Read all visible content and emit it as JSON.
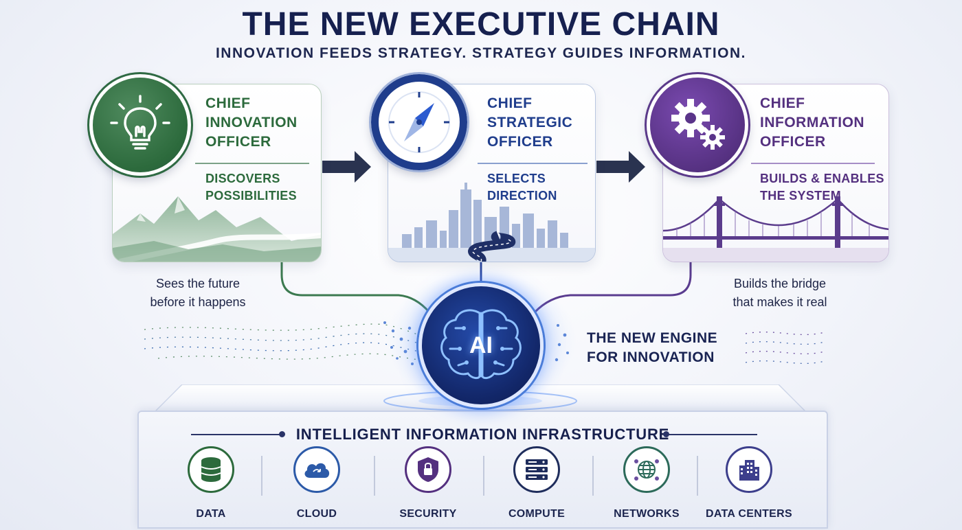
{
  "header": {
    "title": "THE NEW EXECUTIVE CHAIN",
    "subtitle": "INNOVATION FEEDS STRATEGY. STRATEGY GUIDES INFORMATION."
  },
  "roles": [
    {
      "title_lines": [
        "CHIEF",
        "INNOVATION",
        "OFFICER"
      ],
      "desc_lines": [
        "DISCOVERS",
        "POSSIBILITIES"
      ],
      "icon": "lightbulb-icon",
      "scene": "mountains",
      "color": "#2c6a3c"
    },
    {
      "title_lines": [
        "CHIEF",
        "STRATEGIC",
        "OFFICER"
      ],
      "desc_lines": [
        "SELECTS",
        "DIRECTION"
      ],
      "icon": "compass-icon",
      "scene": "city-road",
      "color": "#1f3d8c"
    },
    {
      "title_lines": [
        "CHIEF",
        "INFORMATION",
        "OFFICER"
      ],
      "desc_lines": [
        "BUILDS & ENABLES",
        "THE SYSTEM"
      ],
      "icon": "gears-icon",
      "scene": "bridge",
      "color": "#54307f"
    }
  ],
  "captions": {
    "left_lines": [
      "Sees the future",
      "before it happens"
    ],
    "right_lines": [
      "Builds the bridge",
      "that makes it real"
    ]
  },
  "engine": {
    "core_label": "AI",
    "label_lines": [
      "THE NEW ENGINE",
      "FOR INNOVATION"
    ],
    "icon": "brain-icon"
  },
  "infrastructure": {
    "title": "INTELLIGENT INFORMATION INFRASTRUCTURE",
    "items": [
      {
        "label": "DATA",
        "icon": "database-icon",
        "color": "#2c6a3c"
      },
      {
        "label": "CLOUD",
        "icon": "cloud-icon",
        "color": "#2c5aa8"
      },
      {
        "label": "SECURITY",
        "icon": "shield-lock-icon",
        "color": "#54307f"
      },
      {
        "label": "COMPUTE",
        "icon": "server-icon",
        "color": "#1f2d5c"
      },
      {
        "label": "NETWORKS",
        "icon": "globe-network-icon",
        "color": "#2c6a5a"
      },
      {
        "label": "DATA CENTERS",
        "icon": "building-icon",
        "color": "#3d3f8c"
      }
    ]
  }
}
